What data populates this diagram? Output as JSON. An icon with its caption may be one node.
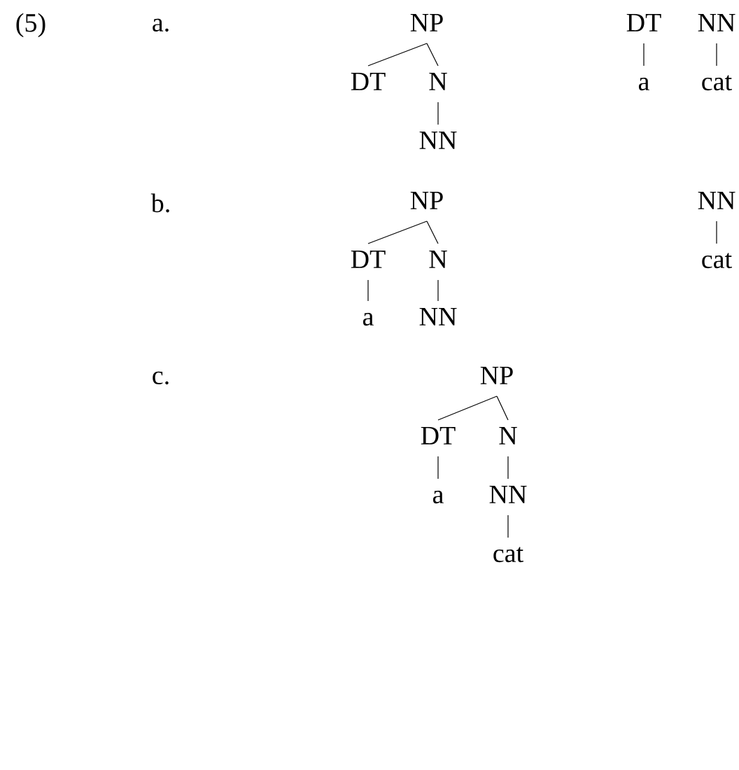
{
  "diagram": {
    "nodes": [
      {
        "text": [
          "NP"
        ]
      },
      {
        "text": [
          "DT"
        ]
      },
      {
        "text": [
          "N"
        ]
      },
      {
        "text": [
          "NN"
        ]
      },
      {
        "text": [
          "DT"
        ]
      },
      {
        "text": [
          "a"
        ]
      },
      {
        "text": [
          "NN"
        ]
      },
      {
        "text": [
          "cat"
        ]
      },
      {
        "text": [
          "NP"
        ]
      },
      {
        "text": [
          "DT"
        ]
      },
      {
        "text": [
          "N"
        ]
      },
      {
        "text": [
          "a"
        ]
      },
      {
        "text": [
          "NN"
        ]
      },
      {
        "text": [
          "NN"
        ]
      },
      {
        "text": [
          "cat"
        ]
      },
      {
        "text": [
          "NP"
        ]
      },
      {
        "text": [
          "DT"
        ]
      },
      {
        "text": [
          "N"
        ]
      },
      {
        "text": [
          "a"
        ]
      },
      {
        "text": [
          "NN"
        ]
      },
      {
        "text": [
          "cat"
        ]
      }
    ],
    "edges": [
      {
        "from": 0,
        "to": 1,
        "arrow": "none"
      },
      {
        "from": 0,
        "to": 2,
        "arrow": "none"
      },
      {
        "from": 2,
        "to": 3,
        "arrow": "none"
      },
      {
        "from": 4,
        "to": 5,
        "arrow": "none"
      },
      {
        "from": 6,
        "to": 7,
        "arrow": "none"
      },
      {
        "from": 8,
        "to": 9,
        "arrow": "none"
      },
      {
        "from": 8,
        "to": 10,
        "arrow": "none"
      },
      {
        "from": 9,
        "to": 11,
        "arrow": "none"
      },
      {
        "from": 10,
        "to": 12,
        "arrow": "none"
      },
      {
        "from": 13,
        "to": 14,
        "arrow": "none"
      },
      {
        "from": 15,
        "to": 16,
        "arrow": "none"
      },
      {
        "from": 15,
        "to": 17,
        "arrow": "none"
      },
      {
        "from": 16,
        "to": 18,
        "arrow": "none"
      },
      {
        "from": 17,
        "to": 19,
        "arrow": "none"
      },
      {
        "from": 19,
        "to": 20,
        "arrow": "none"
      }
    ],
    "labels": [
      "(5)",
      "a.",
      "b.",
      "c."
    ]
  }
}
